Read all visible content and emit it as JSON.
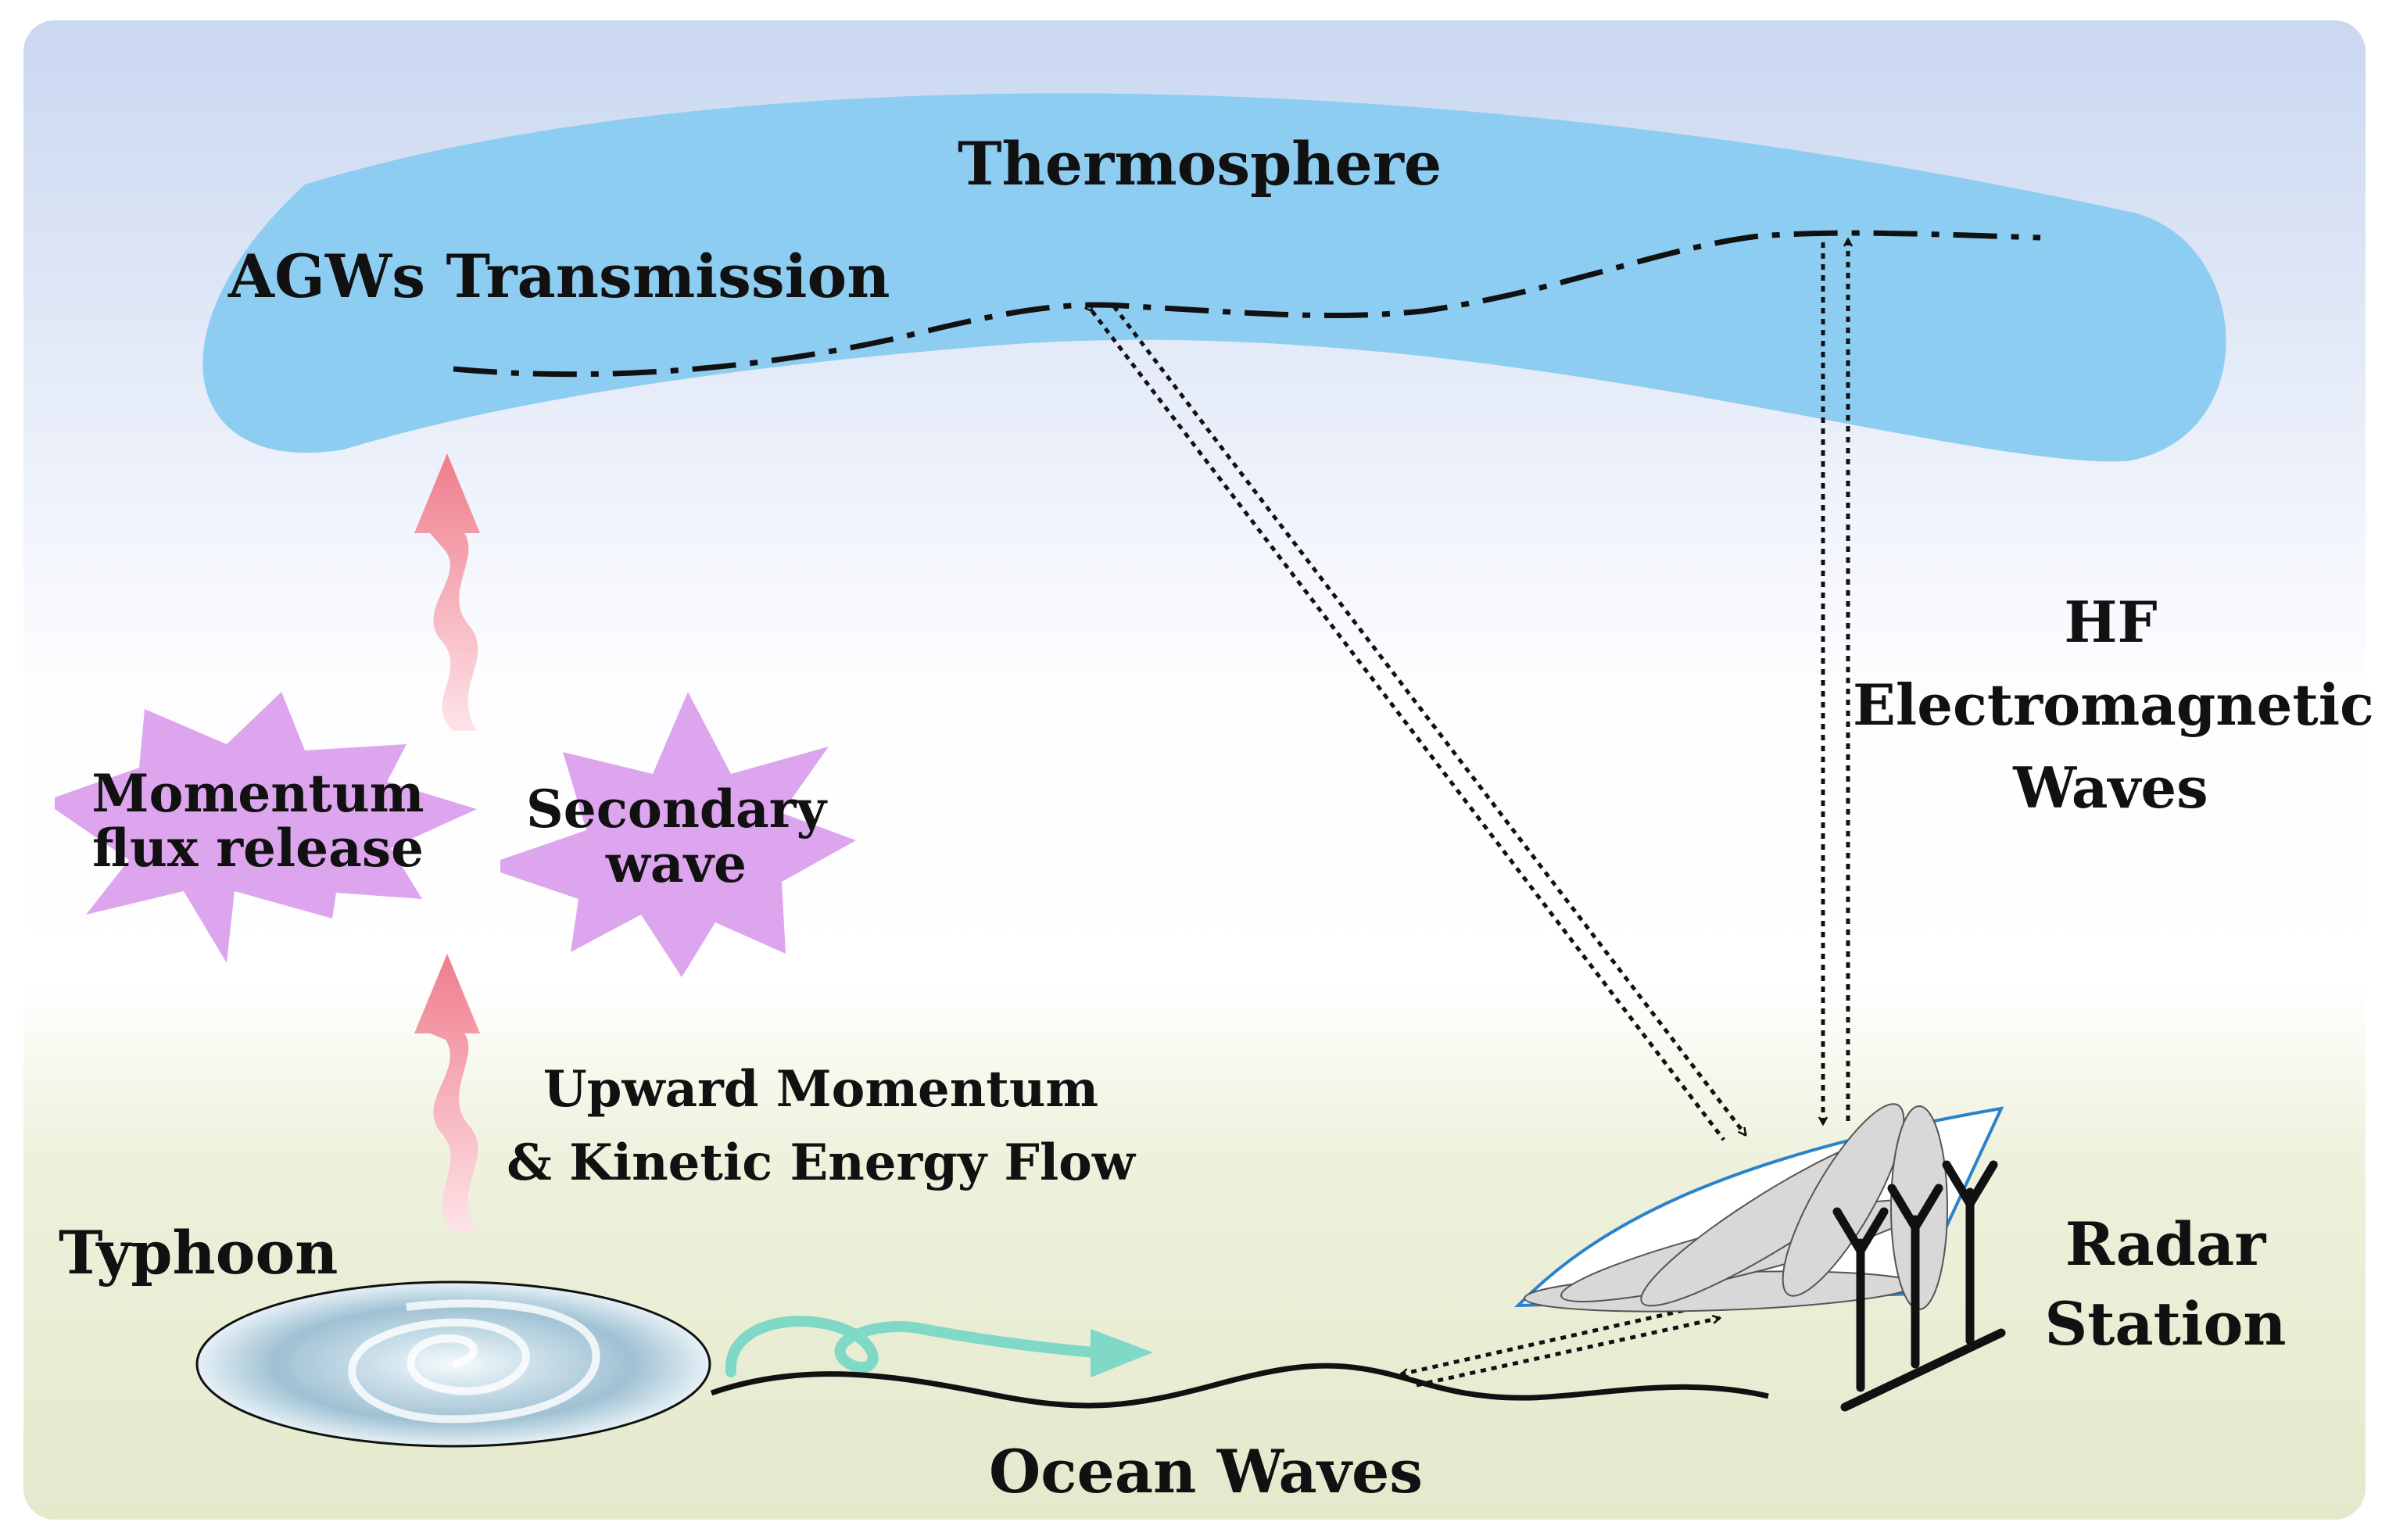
{
  "labels": {
    "thermosphere": "Thermosphere",
    "agws_transmission": "AGWs Transmission",
    "hf_line1": "HF",
    "hf_line2": "Electromagnetic",
    "hf_line3": "Waves",
    "momentum_line1": "Momentum",
    "momentum_line2": "flux release",
    "secondary_line1": "Secondary",
    "secondary_line2": "wave",
    "upward_line1": "Upward Momentum",
    "upward_line2": "& Kinetic Energy Flow",
    "typhoon": "Typhoon",
    "radar_line1": "Radar",
    "radar_line2": "Station",
    "ocean_waves": "Ocean Waves"
  },
  "colors": {
    "sky_top": "#c9d7f0",
    "ground": "#e4e9cc",
    "thermosphere": "#8ecdf2",
    "star": "#dda5ee",
    "upward_arrow": "#f07c8c",
    "ocean_current_arrow": "#7fd9c6",
    "radar_sector_outline": "#2a82cc",
    "radar_lobe": "#d8d8d8"
  },
  "icons": [
    "typhoon-icon",
    "radar-antenna-icon",
    "starburst-icon",
    "wavy-arrow-icon"
  ]
}
